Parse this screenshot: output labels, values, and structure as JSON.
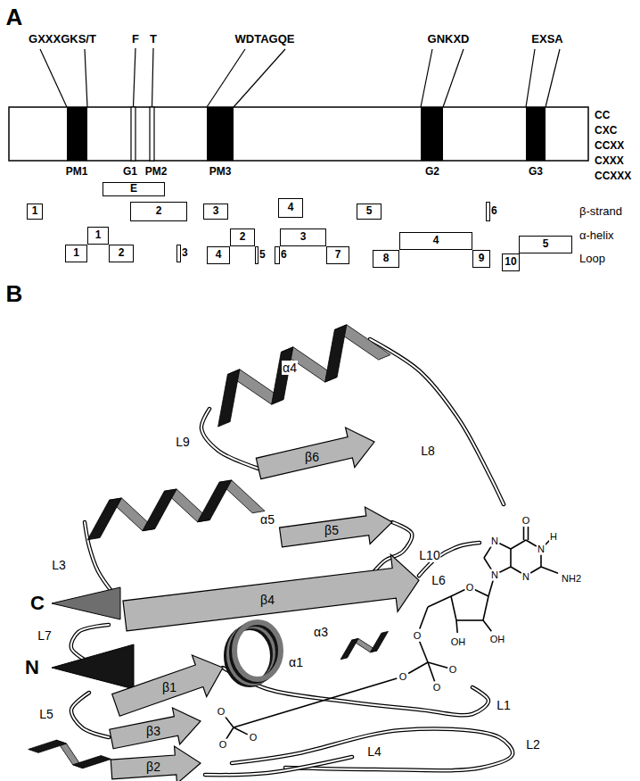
{
  "diagram": {
    "nodes": [
      {
        "text": [
          "E"
        ]
      },
      {
        "text": [
          "1"
        ]
      },
      {
        "text": [
          "2"
        ]
      },
      {
        "text": [
          "3"
        ]
      },
      {
        "text": [
          "4"
        ]
      },
      {
        "text": [
          "5"
        ]
      },
      {
        "text": [
          "6"
        ]
      },
      {
        "text": [
          "1"
        ]
      },
      {
        "text": [
          "2"
        ]
      },
      {
        "text": [
          "3"
        ]
      },
      {
        "text": [
          "4"
        ]
      },
      {
        "text": [
          "5"
        ]
      },
      {
        "text": [
          "1"
        ]
      },
      {
        "text": [
          "2"
        ]
      },
      {
        "text": [
          "3"
        ]
      },
      {
        "text": [
          "4"
        ]
      },
      {
        "text": [
          "5"
        ]
      },
      {
        "text": [
          "6"
        ]
      },
      {
        "text": [
          "7"
        ]
      },
      {
        "text": [
          "8"
        ]
      },
      {
        "text": [
          "9"
        ]
      },
      {
        "text": [
          "10"
        ]
      }
    ],
    "labels": [
      "A",
      "GXXXGKS/T",
      "F",
      "T",
      "WDTAGQE",
      "GNKXD",
      "EXSA",
      "CC",
      "CXC",
      "CCXX",
      "CXXX",
      "CCXXX",
      "PM1",
      "G1",
      "PM2",
      "PM3",
      "G2",
      "G3",
      "β-strand",
      "α-helix",
      "Loop",
      "B",
      "L9",
      "L8",
      "L3",
      "C",
      "α4",
      "β6",
      "α5",
      "β5",
      "L10",
      "L7",
      "β4",
      "L6",
      "α3",
      "N",
      "β1",
      "α1",
      "L1",
      "L5",
      "β3",
      "β2",
      "L4",
      "L2",
      "O",
      "N",
      "H",
      "NH2",
      "N",
      "N",
      "N",
      "O",
      "OH",
      "OH",
      "O",
      "O",
      "O",
      "O",
      "O",
      "O",
      "O"
    ]
  }
}
